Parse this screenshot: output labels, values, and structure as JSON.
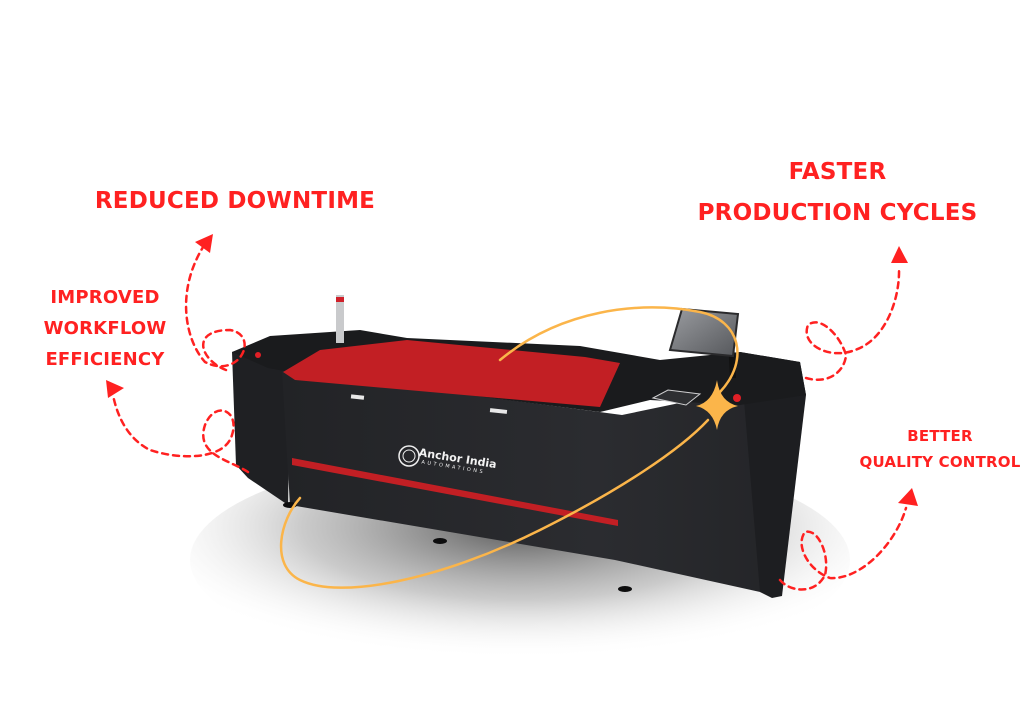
{
  "benefits": {
    "reduced_downtime": "REDUCED DOWNTIME",
    "faster_production": {
      "line1": "FASTER",
      "line2": "PRODUCTION CYCLES"
    },
    "improved_workflow": {
      "line1": "IMPROVED",
      "line2": "WORKFLOW",
      "line3": "EFFICIENCY"
    },
    "better_quality": {
      "line1": "BETTER",
      "line2": "QUALITY CONTROL"
    }
  },
  "machine": {
    "brand": "Anchor India",
    "brand_sub": "AUTOMATIONS"
  },
  "colors": {
    "accent_red": "#ff2121",
    "machine_red": "#c21f24",
    "machine_body": "#27282b",
    "orbit_yellow": "#fbb54a"
  },
  "icons": {
    "arrow": "dashed-arrow-icon",
    "sparkle": "sparkle-icon",
    "logo": "anchor-emblem-icon"
  }
}
